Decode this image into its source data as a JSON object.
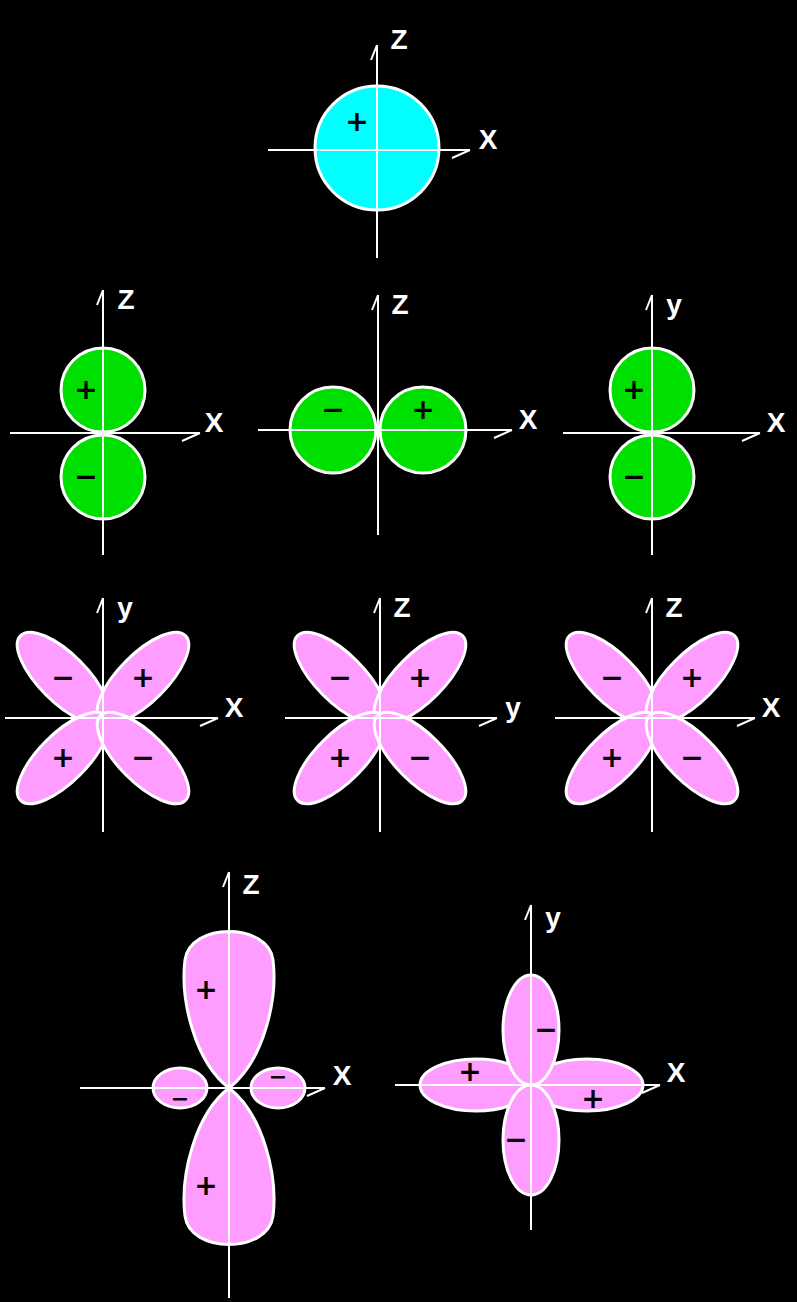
{
  "diagram": {
    "labels": [
      "Z",
      "X",
      "+",
      "Z",
      "X",
      "+",
      "−",
      "Z",
      "X",
      "−",
      "+",
      "y",
      "X",
      "+",
      "−",
      "y",
      "X",
      "−",
      "+",
      "+",
      "−",
      "Z",
      "y",
      "−",
      "+",
      "+",
      "−",
      "Z",
      "X",
      "−",
      "+",
      "+",
      "−",
      "Z",
      "X",
      "+",
      "−",
      "−",
      "+",
      "y",
      "X",
      "−",
      "+",
      "+",
      "−"
    ]
  }
}
